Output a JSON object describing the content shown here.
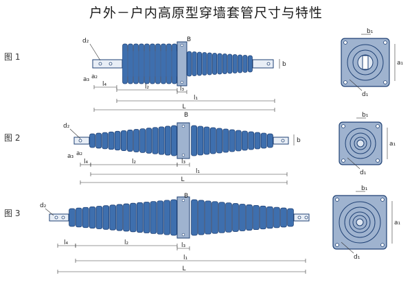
{
  "title": "户外－户内高原型穿墙套管尺寸与特性",
  "figures": [
    {
      "label": "图 1"
    },
    {
      "label": "图 2"
    },
    {
      "label": "图 3"
    }
  ],
  "dims": {
    "d1": "d₁",
    "d2": "d₂",
    "B": "B",
    "b": "b",
    "b1": "b₁",
    "a1": "a₁",
    "a2": "a₂",
    "a3": "a₃",
    "l1": "l₁",
    "l2": "l₂",
    "l3": "l₃",
    "l4": "l₄",
    "L": "L"
  },
  "colors": {
    "insulator": "#3e6fae",
    "edge": "#1d3f73",
    "flange": "#9fb3cf",
    "line": "#333333"
  }
}
